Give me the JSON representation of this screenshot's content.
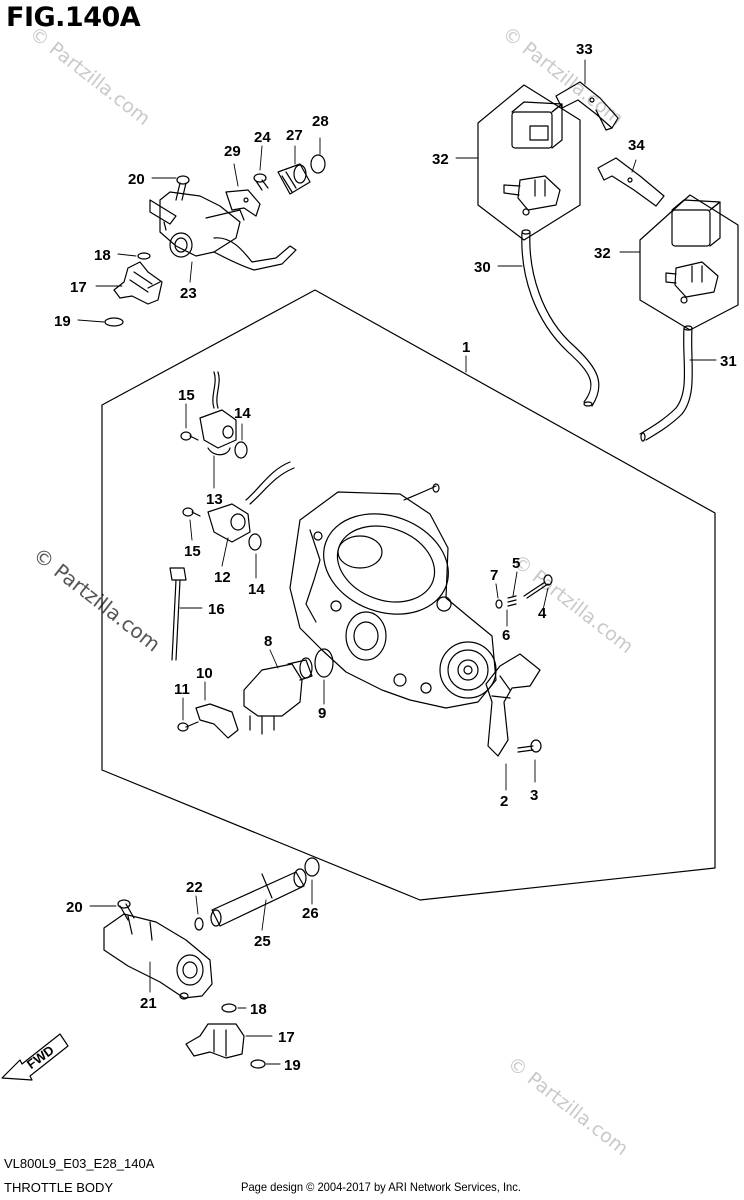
{
  "figure": {
    "title": "FIG.140A",
    "code": "VL800L9_E03_E28_140A",
    "name": "THROTTLE BODY"
  },
  "footer": {
    "copyright": "Page design © 2004-2017 by ARI Network Services, Inc."
  },
  "watermark": {
    "text": "© Partzilla.com"
  },
  "fwd_label": "FWD",
  "callouts": {
    "c1": "1",
    "c2": "2",
    "c3": "3",
    "c4": "4",
    "c5": "5",
    "c6": "6",
    "c7": "7",
    "c8": "8",
    "c9": "9",
    "c10": "10",
    "c11": "11",
    "c12": "12",
    "c13": "13",
    "c14a": "14",
    "c14b": "14",
    "c15a": "15",
    "c15b": "15",
    "c16": "16",
    "c17a": "17",
    "c17b": "17",
    "c18a": "18",
    "c18b": "18",
    "c19a": "19",
    "c19b": "19",
    "c20a": "20",
    "c20b": "20",
    "c21": "21",
    "c22": "22",
    "c23": "23",
    "c24": "24",
    "c25": "25",
    "c26": "26",
    "c27": "27",
    "c28": "28",
    "c29": "29",
    "c30": "30",
    "c31": "31",
    "c32a": "32",
    "c32b": "32",
    "c33": "33",
    "c34": "34"
  }
}
